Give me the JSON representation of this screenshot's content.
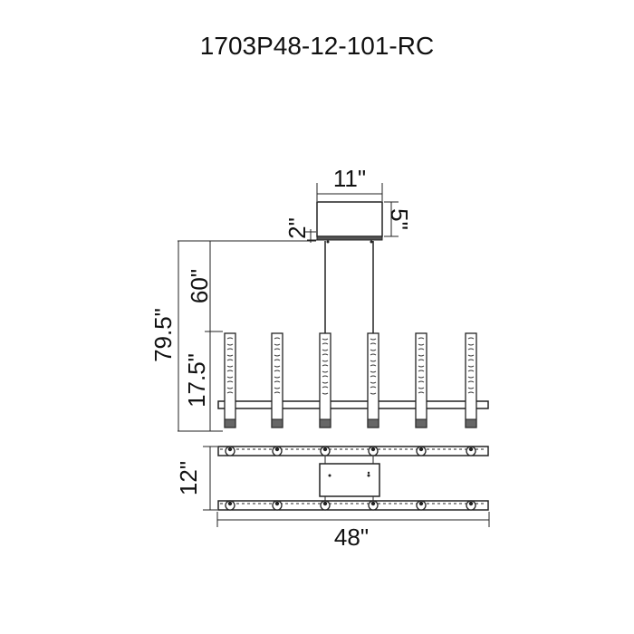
{
  "title": "1703P48-12-101-RC",
  "dimensions": {
    "canopy_width": "11\"",
    "canopy_height": "5\"",
    "canopy_gap": "2\"",
    "rod_length": "60\"",
    "overall_height": "79.5\"",
    "fixture_height": "17.5\"",
    "depth": "12\"",
    "width": "48\""
  }
}
